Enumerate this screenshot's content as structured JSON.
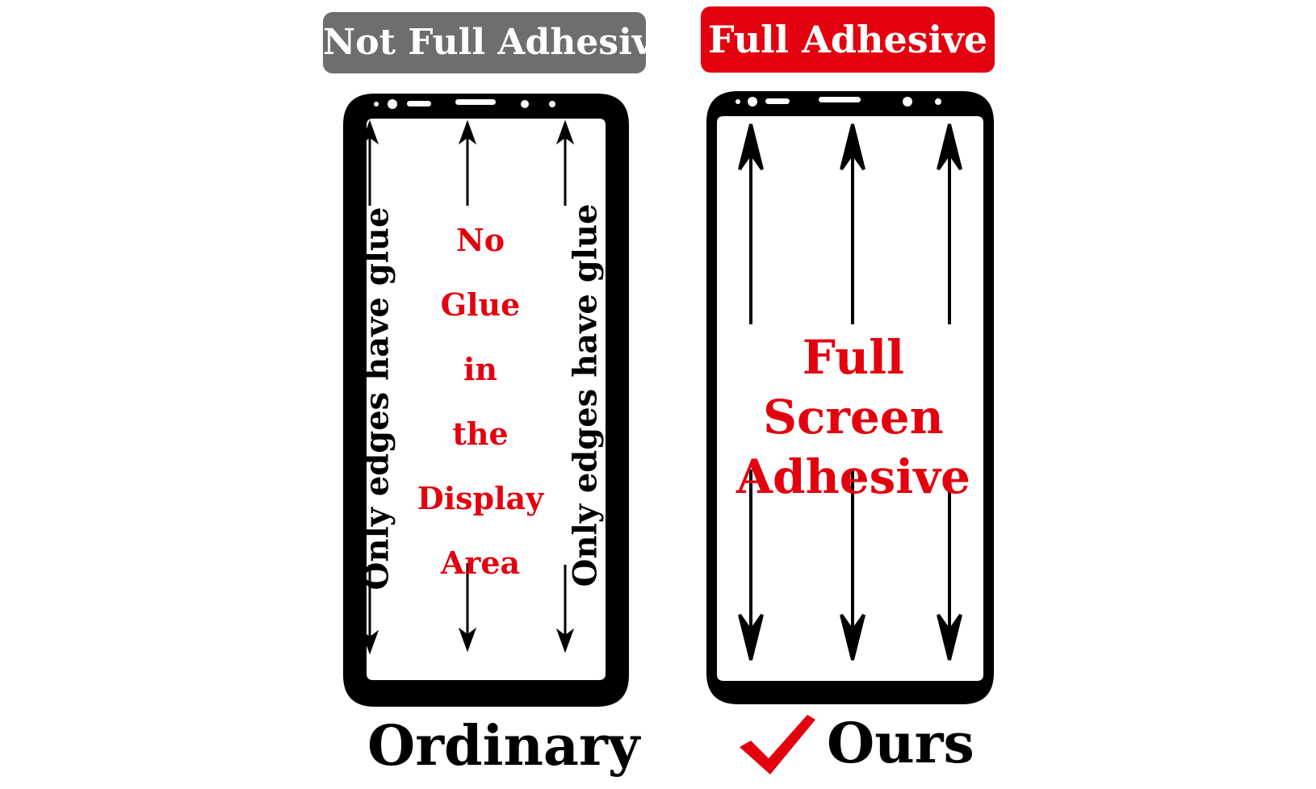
{
  "left_panel": {
    "badge": "Not Full Adhesive",
    "badge_color": "#6e6e6e",
    "edge_label_left": "Only edges have glue",
    "edge_label_right": "Only edges have glue",
    "center_lines": [
      "No",
      "Glue",
      "in",
      "the",
      "Display",
      "Area"
    ],
    "caption": "Ordinary"
  },
  "right_panel": {
    "badge": "Full Adhesive",
    "badge_color": "#e3000f",
    "center_line_1": "Full Screen",
    "center_line_2": "Adhesive",
    "caption": "Ours",
    "caption_icon": "checkmark-icon"
  },
  "colors": {
    "accent_red": "#e3000f",
    "frame_black": "#000000"
  }
}
